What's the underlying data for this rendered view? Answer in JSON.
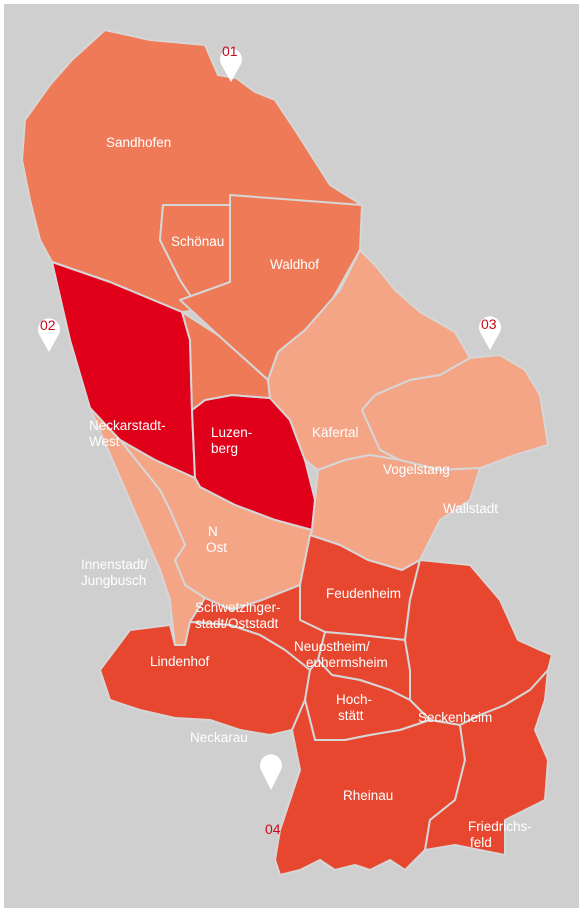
{
  "colors": {
    "background": "#cfcfcf",
    "level_1": "#f4a586",
    "level_2": "#ee7a58",
    "level_3": "#e7472f",
    "level_4": "#e1001a",
    "district_border": "#d6d6d6",
    "pin": "#ffffff",
    "pin_label": "#cc0a1b"
  },
  "districts": {
    "sandhofen": "Sandhofen",
    "schoenau": "Schönau",
    "waldhof": "Waldhof",
    "neckarstadt_west_1": "Neckarstadt-",
    "neckarstadt_west_2": "West",
    "luzenberg_1": "Luzen-",
    "luzenberg_2": "berg",
    "kaefertal": "Käfertal",
    "vogelstang": "Vogelstang",
    "wallstadt": "Wallstadt",
    "n_ost_1": "N",
    "n_ost_2": "Ost",
    "innenstadt_1": "Innenstadt/",
    "innenstadt_2": "Jungbusch",
    "schwetzinger_1": "Schwetzinger-",
    "schwetzinger_2": "stadt/Oststadt",
    "feudenheim": "Feudenheim",
    "lindenhof": "Lindenhof",
    "neuostheim_1": "Neuostheim/",
    "neuostheim_2": "euhermsheim",
    "hochstaett_1": "Hoch-",
    "hochstaett_2": "stätt",
    "seckenheim": "Seckenheim",
    "neckarau": "Neckarau",
    "rheinau": "Rheinau",
    "friedrichsfeld_1": "Friedrichs-",
    "friedrichsfeld_2": "feld"
  },
  "pins": {
    "p01": "01",
    "p02": "02",
    "p03": "03",
    "p04": "04"
  }
}
